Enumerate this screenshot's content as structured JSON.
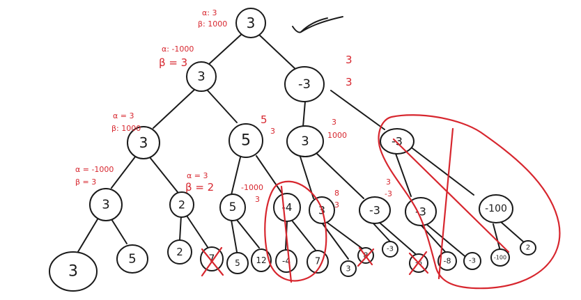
{
  "colors": {
    "ink": "#1a1a1a",
    "annotation": "#d7262e",
    "background": "#ffffff"
  },
  "nodes": {
    "root": "3",
    "l1_left": "3",
    "l1_right": "-3",
    "l2_a": "3",
    "l2_b": "5",
    "l2_c": "3",
    "l2_d": "-3",
    "l3_a": "3",
    "l3_b": "2",
    "l3_c": "5",
    "l3_d": "-4",
    "l3_e": "3",
    "l3_f": "-3",
    "l3_g": "-3",
    "l3_h": "-100",
    "leaf_1": "3",
    "leaf_2": "5",
    "leaf_3": "2",
    "leaf_4": "7",
    "leaf_5": "5",
    "leaf_6": "12",
    "leaf_7": "-4",
    "leaf_8": "7",
    "leaf_9": "3",
    "leaf_10": "8",
    "leaf_11": "-3",
    "leaf_12": "-6",
    "leaf_13": "-8",
    "leaf_14": "-3",
    "leaf_15": "-100",
    "leaf_16": "2"
  },
  "annotations": {
    "root_alpha": "α: 3",
    "root_beta": "β: 1000",
    "l1_left_alpha": "α: -1000",
    "l1_left_beta": "β = 3",
    "l2_a_alpha": "α = 3",
    "l2_a_beta": "β: 1000",
    "l3_a_alpha": "α = -1000",
    "l3_a_beta": "β = 3",
    "l3_b_alpha": "α = 3",
    "l3_b_beta": "β = 2",
    "l2_b_top": "5",
    "l2_b_side": "3",
    "l3_d_note1": "-1000",
    "l3_d_note2": "3",
    "l1_right_top": "3",
    "l1_right_bottom": "3",
    "l2_c_top": "3",
    "l2_c_bottom": "1000",
    "l3_e_top": "8",
    "l3_e_bottom": "3",
    "l3_f_top": "3",
    "l3_f_bottom": "-3"
  }
}
